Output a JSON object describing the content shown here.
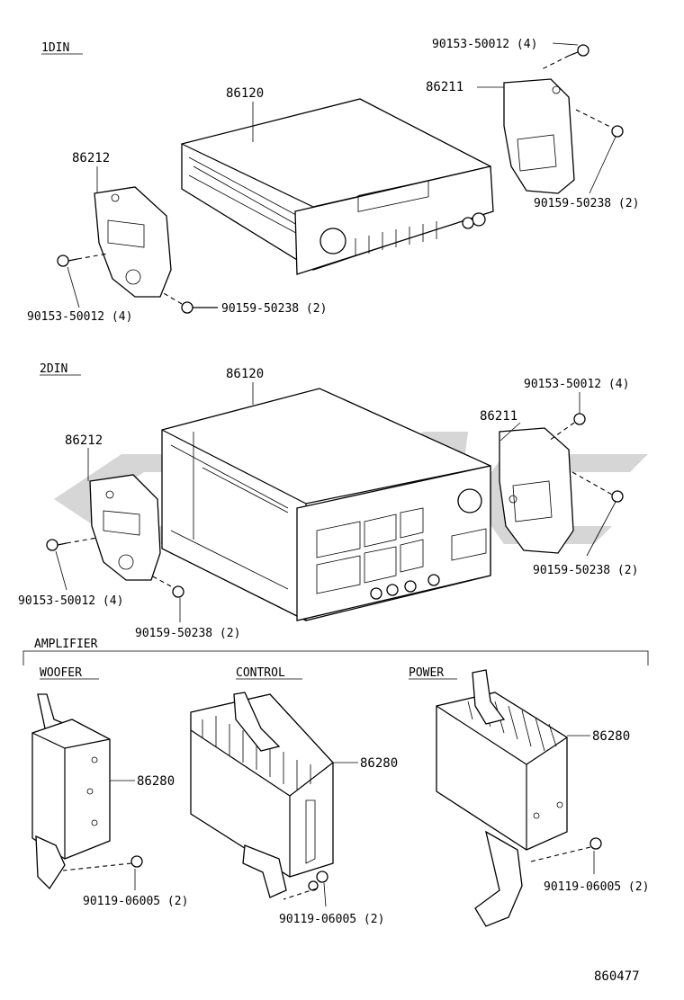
{
  "sections": {
    "din1": "1DIN",
    "din2": "2DIN",
    "amplifier": "AMPLIFIER",
    "woofer": "WOOFER",
    "control": "CONTROL",
    "power": "POWER"
  },
  "labels": {
    "top_radio": "86120",
    "top_bracket_right": "86211",
    "top_bracket_left": "86212",
    "top_screw_a": "90153-50012 (4)",
    "top_screw_b": "90159-50238 (2)",
    "top_screw_c": "90159-50238 (2)",
    "top_screw_d": "90153-50012 (4)",
    "mid_radio": "86120",
    "mid_bracket_right": "86211",
    "mid_bracket_left": "86212",
    "mid_screw_a": "90153-50012 (4)",
    "mid_screw_b": "90159-50238 (2)",
    "mid_screw_c": "90153-50012 (4)",
    "mid_screw_d": "90159-50238 (2)",
    "woofer_part": "86280",
    "woofer_screw": "90119-06005 (2)",
    "control_part": "86280",
    "control_screw": "90119-06005 (2)",
    "power_part": "86280",
    "power_screw": "90119-06005 (2)"
  },
  "diagram_number": "860477",
  "colors": {
    "line": "#000000",
    "watermark": "#c8c8c8",
    "background": "#ffffff"
  }
}
